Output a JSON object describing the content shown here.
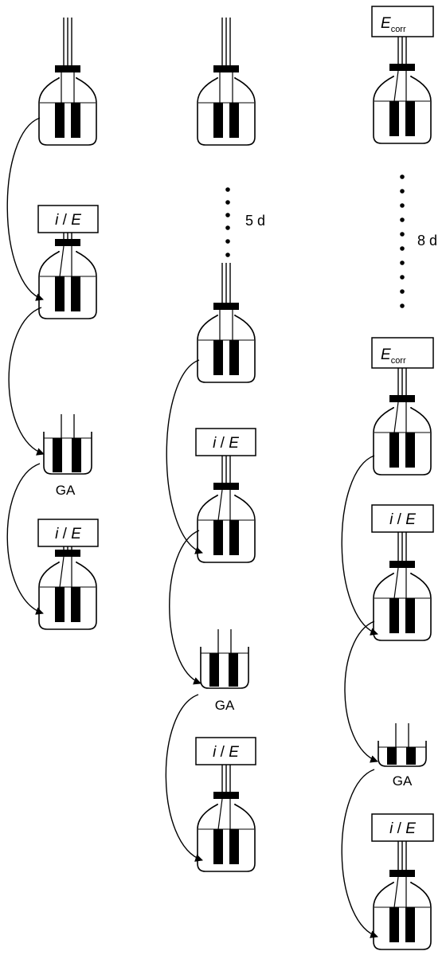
{
  "labels": {
    "measure": {
      "i": "i",
      "slash": " / ",
      "e": "E"
    },
    "corrosion": {
      "e": "E",
      "sub": "corr"
    },
    "glutaraldehyde": "GA"
  },
  "columns": [
    {
      "name": "column-1",
      "wait": ""
    },
    {
      "name": "column-2",
      "wait": "5 d"
    },
    {
      "name": "column-3",
      "wait": "8 d"
    }
  ],
  "colors": {
    "stroke": "#000000",
    "fill": "#ffffff",
    "electrode": "#000000"
  }
}
